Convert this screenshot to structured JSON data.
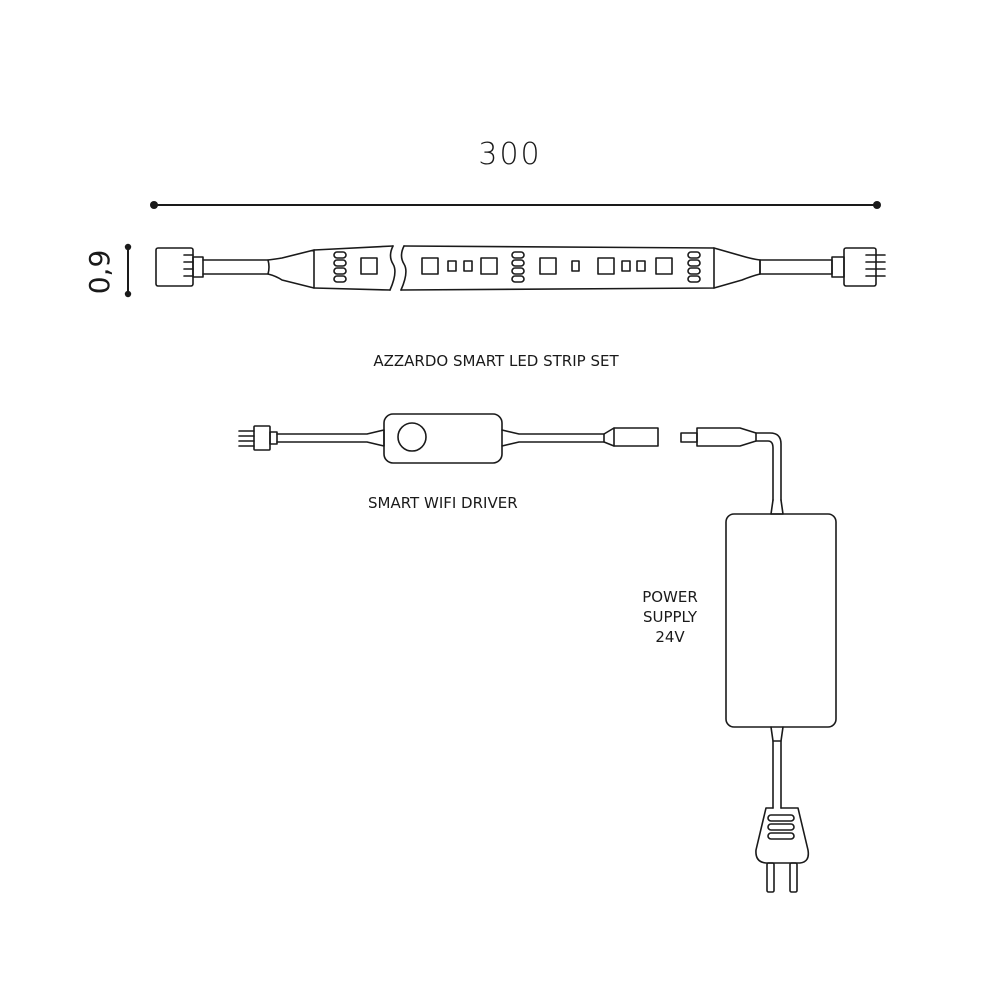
{
  "dimensions": {
    "length": "300",
    "height": "0,9"
  },
  "labels": {
    "strip": "AZZARDO SMART LED STRIP SET",
    "driver": "SMART WIFI DRIVER",
    "power_supply": [
      "POWER",
      "SUPPLY",
      "24V"
    ]
  },
  "colors": {
    "line": "#1a1a1a",
    "background": "#ffffff"
  }
}
